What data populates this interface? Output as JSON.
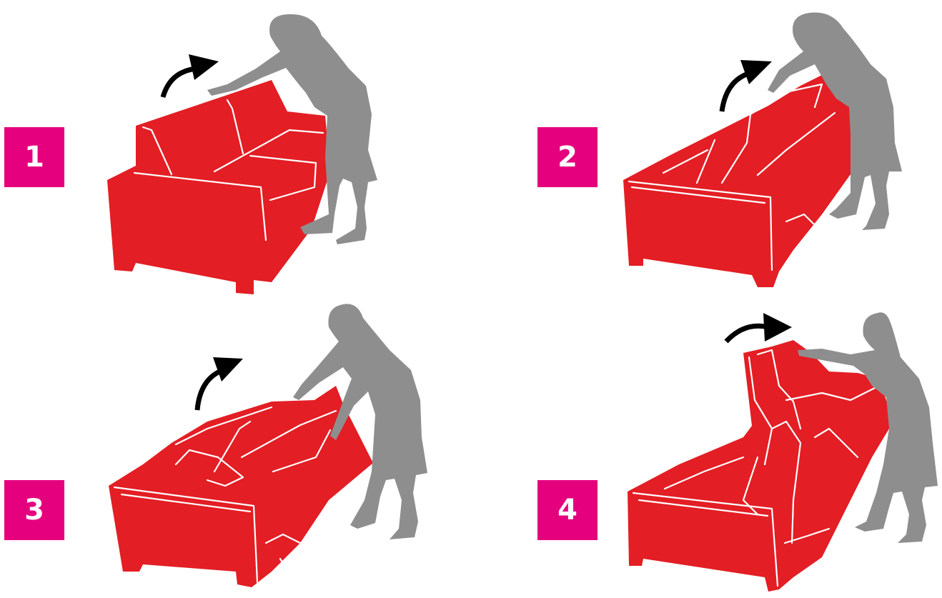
{
  "steps": [
    {
      "number": "1"
    },
    {
      "number": "2"
    },
    {
      "number": "3"
    },
    {
      "number": "4"
    }
  ],
  "colors": {
    "badge": "#e5007e",
    "sofa": "#e31e24",
    "seams": "#ffffff",
    "person": "#8e8e8e",
    "arrow": "#000000",
    "background": "#ffffff"
  },
  "icons": {
    "arrow": "curved-arrow-icon",
    "person": "person-silhouette-icon",
    "sofa": "sofa-icon"
  }
}
